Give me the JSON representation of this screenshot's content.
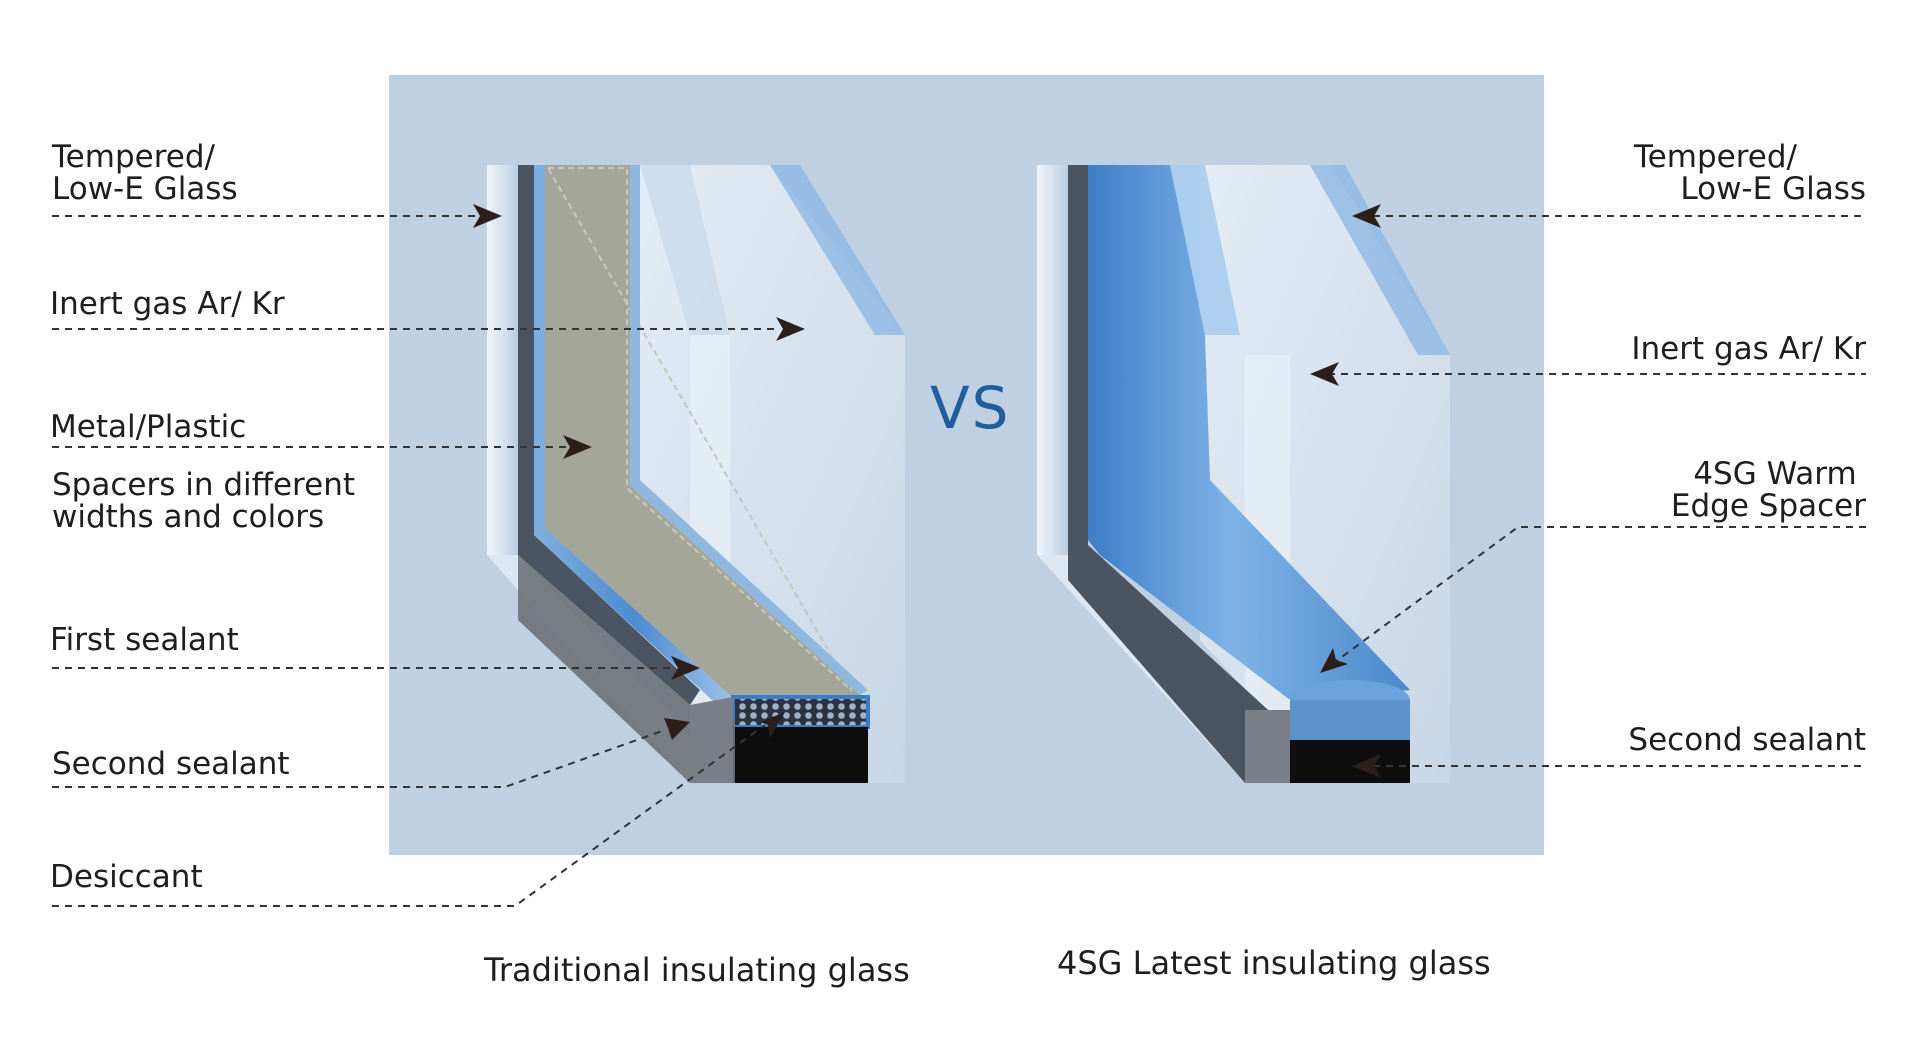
{
  "colors": {
    "panel": "#bfd0e3",
    "vs": "#1f5e9c",
    "spacer_blue": "#5d93cd",
    "sealant": "#0e0e0e",
    "metal_gray": "#a5a69a",
    "dash": "#333333"
  },
  "vs_text": "VS",
  "left": {
    "caption": "Traditional insulating glass",
    "labels": {
      "tempered_1": "Tempered/",
      "tempered_2": "Low-E Glass",
      "inert_gas": "Inert gas Ar/ Kr",
      "metal_plastic": "Metal/Plastic",
      "spacers_1": "Spacers in different",
      "spacers_2": "widths and colors",
      "first_sealant": "First sealant",
      "second_sealant": "Second sealant",
      "desiccant": "Desiccant"
    }
  },
  "right": {
    "caption": "4SG Latest insulating glass",
    "labels": {
      "tempered_1": "Tempered/",
      "tempered_2": "Low-E Glass",
      "inert_gas": "Inert gas Ar/ Kr",
      "warm_edge_1": "4SG Warm",
      "warm_edge_2": "Edge Spacer",
      "second_sealant": "Second sealant"
    }
  },
  "icons": {
    "arrow": "arrowhead-icon"
  }
}
